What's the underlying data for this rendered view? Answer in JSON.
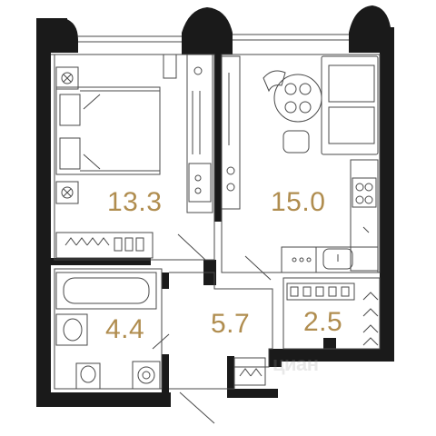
{
  "plan": {
    "rooms": [
      {
        "id": "bedroom",
        "area": "13.3"
      },
      {
        "id": "living",
        "area": "15.0"
      },
      {
        "id": "bathroom",
        "area": "4.4"
      },
      {
        "id": "hall",
        "area": "5.7"
      },
      {
        "id": "wardrobe",
        "area": "2.5"
      }
    ],
    "watermark": "циан"
  },
  "colors": {
    "wall": "#1a1a1a",
    "line": "#4a4a4a",
    "area_label": "#b08d4f",
    "watermark": "#9a9a9a"
  },
  "icons": [
    "bed-icon",
    "bathtub-icon",
    "sink-icon",
    "toilet-icon",
    "washer-icon",
    "sofa-icon",
    "dining-table-icon",
    "stove-icon",
    "kitchen-sink-icon",
    "hanger-icon"
  ]
}
